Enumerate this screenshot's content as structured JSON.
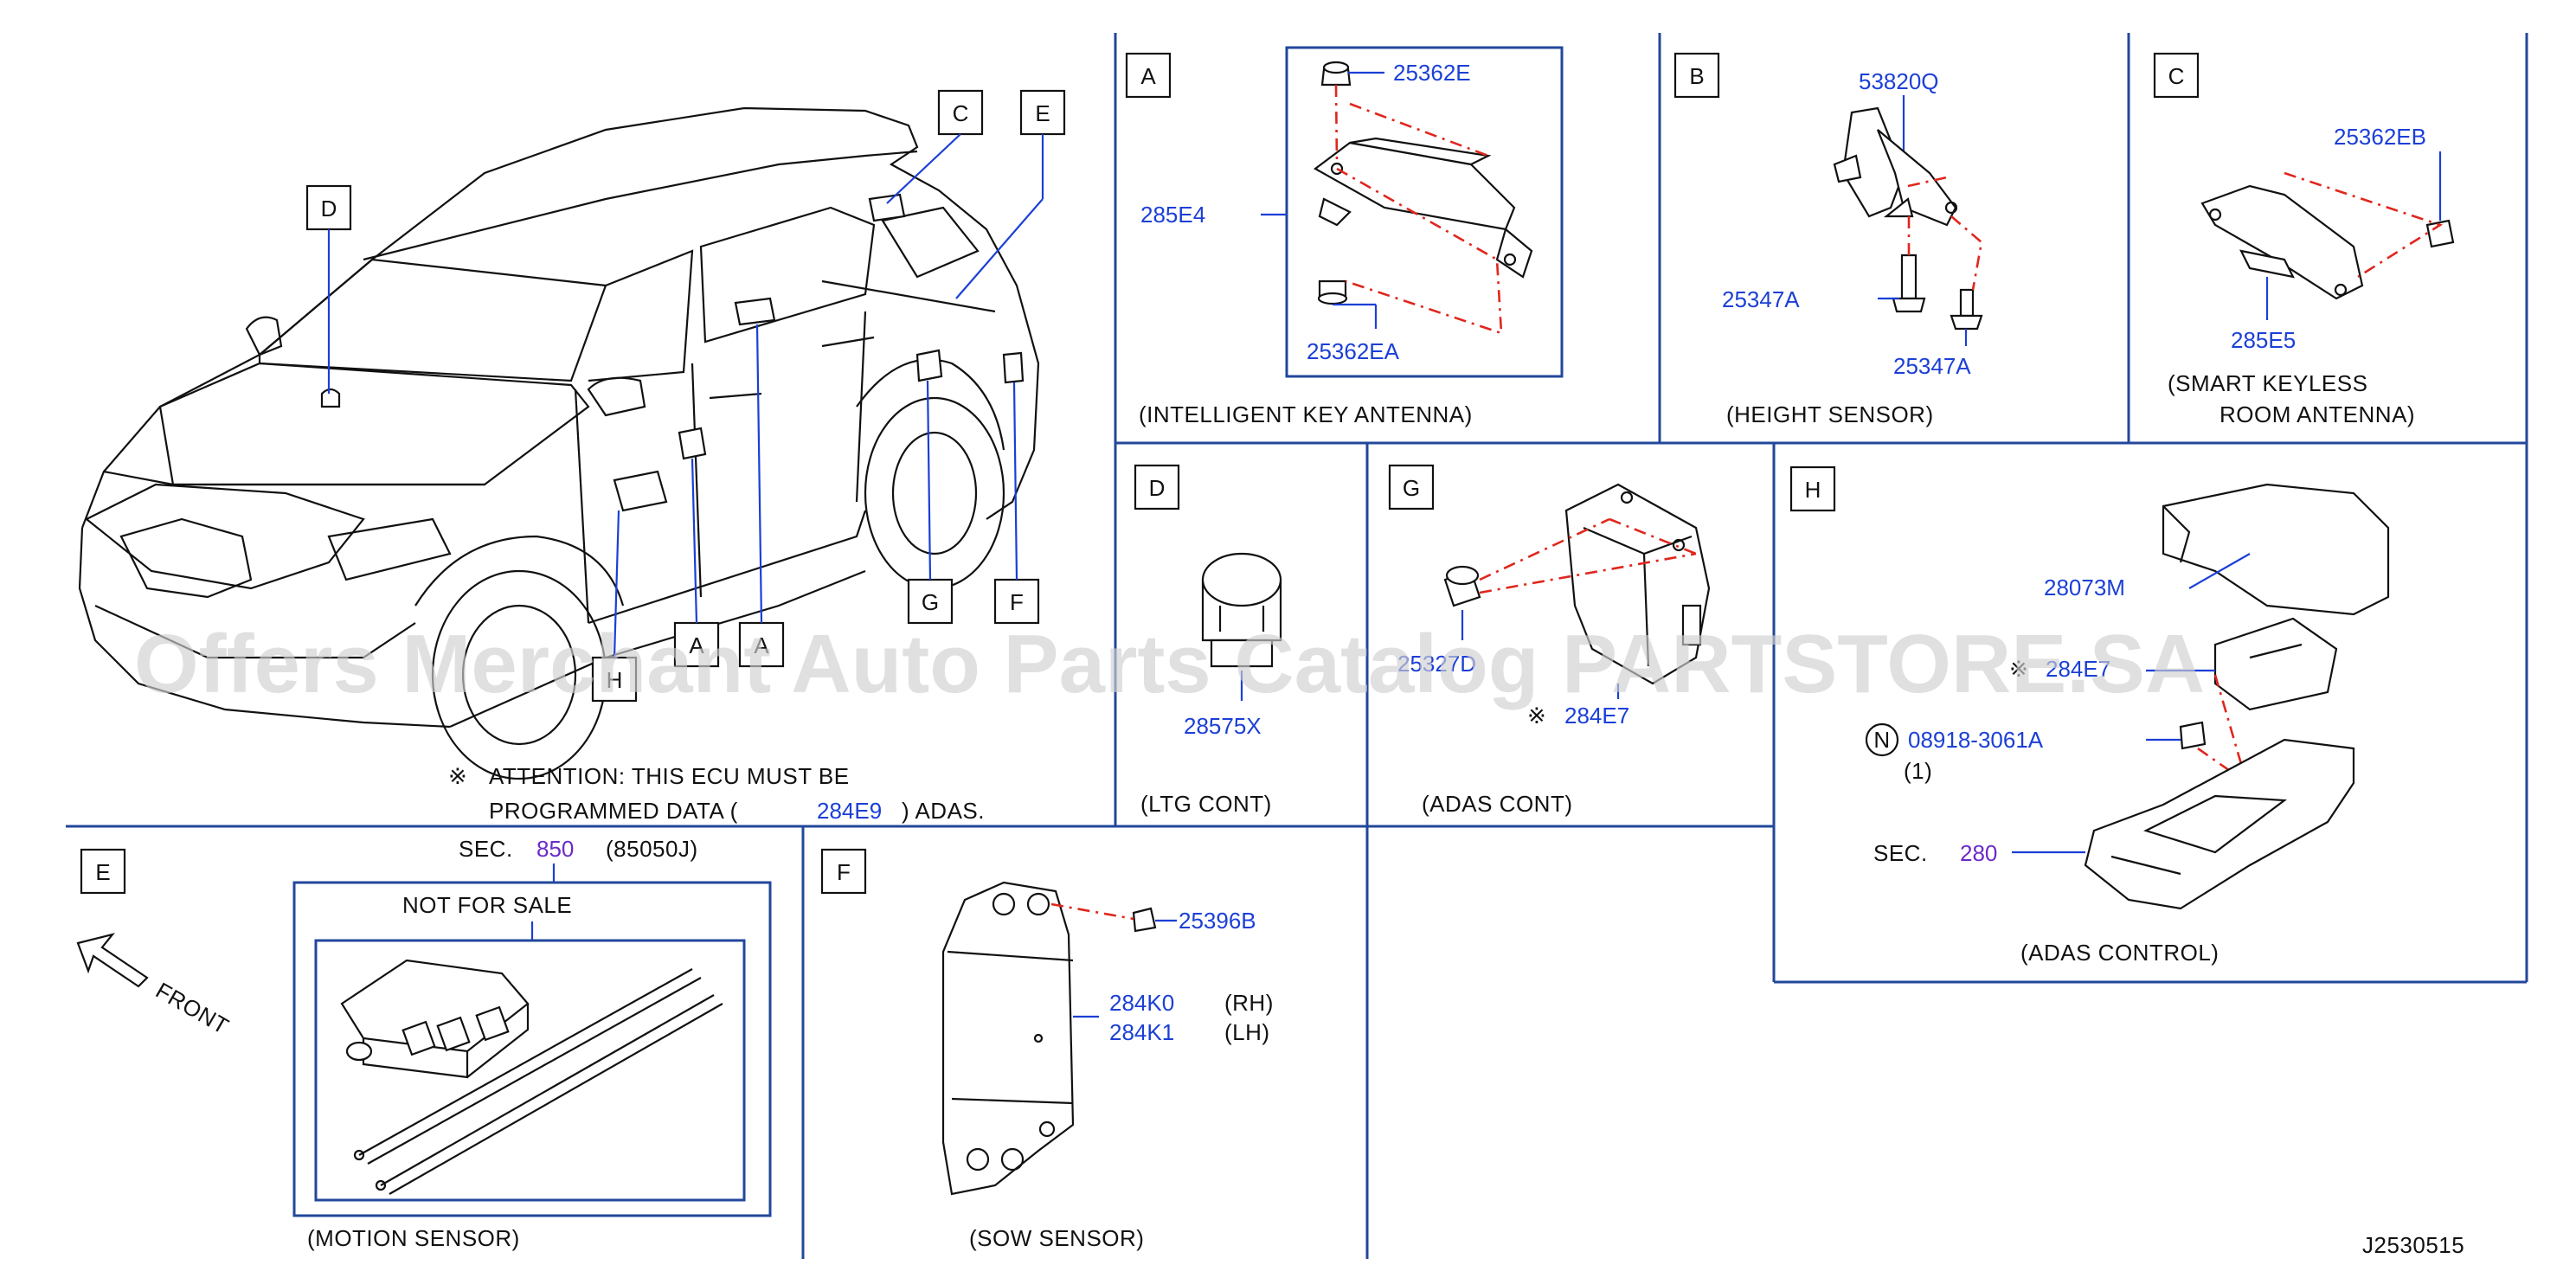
{
  "watermark": "Offers Merchant Auto Parts Catalog PARTSTORE.SA",
  "diagram_code": "J2530515",
  "overview": {
    "callouts": [
      "D",
      "C",
      "E",
      "H",
      "A",
      "A",
      "G",
      "F"
    ],
    "note_mark": "※",
    "note_line1": "ATTENTION:  THIS  ECU  MUST  BE",
    "note_line2_pre": "PROGRAMMED  DATA  (",
    "note_part": "284E9",
    "note_line2_post": ")  ADAS."
  },
  "panels": {
    "A": {
      "letter": "A",
      "parts": [
        "25362E",
        "285E4",
        "25362EA"
      ],
      "caption": "(INTELLIGENT          KEY   ANTENNA)"
    },
    "B": {
      "letter": "B",
      "parts": [
        "53820Q",
        "25347A",
        "25347A"
      ],
      "caption": "(HEIGHT   SENSOR)"
    },
    "C": {
      "letter": "C",
      "parts": [
        "25362EB",
        "285E5"
      ],
      "caption_line1": "(SMART   KEYLESS",
      "caption_line2": "ROOM   ANTENNA)"
    },
    "D": {
      "letter": "D",
      "parts": [
        "28575X"
      ],
      "caption": "(LTG   CONT)"
    },
    "G": {
      "letter": "G",
      "parts": [
        "25327D",
        "284E7"
      ],
      "mark": "※",
      "caption": "(ADAS   CONT)"
    },
    "H": {
      "letter": "H",
      "parts": [
        "28073M",
        "284E7",
        "08918-3061A"
      ],
      "mark": "※",
      "n_symbol": "N",
      "qty": "(1)",
      "sec_label": "SEC.",
      "sec_num": "280",
      "caption": "(ADAS   CONTROL)"
    },
    "E": {
      "letter": "E",
      "sec_label": "SEC.",
      "sec_num": "850",
      "sec_part": "(85050J)",
      "nfs": "NOT   FOR   SALE",
      "front": "FRONT",
      "caption": "(MOTION   SENSOR)"
    },
    "F": {
      "letter": "F",
      "parts": [
        "25396B",
        "284K0",
        "284K1"
      ],
      "rh": "(RH)",
      "lh": "(LH)",
      "caption": "(SOW   SENSOR)"
    }
  },
  "colors": {
    "frame": "#22479b",
    "part_number": "#1b3fd6",
    "section_ref": "#6a2bc7",
    "dash": "#e0261d"
  }
}
